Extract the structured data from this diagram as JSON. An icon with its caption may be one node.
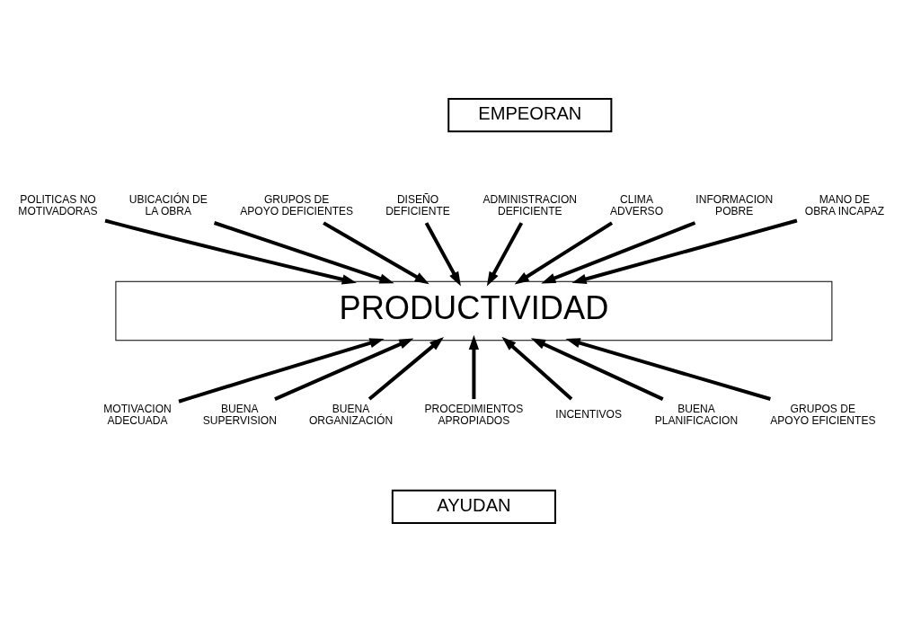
{
  "diagram": {
    "nodes": [
      {
        "text": [
          "EMPEORAN"
        ]
      },
      {
        "text": [
          "PRODUCTIVIDAD"
        ]
      },
      {
        "text": [
          "AYUDAN"
        ]
      },
      {
        "text": [
          "POLITICAS NO MOTIVADORAS"
        ]
      },
      {
        "text": [
          "GRUPOS DE APOYO DEFICIENTES"
        ]
      },
      {
        "text": [
          "ADMINISTRACION DEFICIENTE"
        ]
      },
      {
        "text": [
          "INFORMACION POBRE"
        ]
      },
      {
        "text": [
          "UBICACIÓN DE LA OBRA"
        ]
      },
      {
        "text": [
          "DISEÑO DEFICIENTE"
        ]
      },
      {
        "text": [
          "CLIMA ADVERSO"
        ]
      },
      {
        "text": [
          "MANO DE OBRA INCAPAZ"
        ]
      },
      {
        "text": [
          "BUENA SUPERVISION"
        ]
      },
      {
        "text": [
          "PROCEDIMIENTOS APROPIADOS"
        ]
      },
      {
        "text": [
          "BUENA PLANIFICACION"
        ]
      },
      {
        "text": [
          "GRUPOS DE APOYO EFICIENTES"
        ]
      },
      {
        "text": [
          "MOTIVACION ADECUADA"
        ]
      },
      {
        "text": [
          "BUENA",
          "ORGANIZACIÓN"
        ]
      },
      {
        "text": [
          "INCENTIVOS"
        ]
      }
    ],
    "edges": [
      {
        "from": 3,
        "to": 1,
        "arrow": "to"
      },
      {
        "from": 7,
        "to": 1,
        "arrow": "to"
      },
      {
        "from": 4,
        "to": 1,
        "arrow": "to"
      },
      {
        "from": 8,
        "to": 1,
        "arrow": "to"
      },
      {
        "from": 5,
        "to": 1,
        "arrow": "to"
      },
      {
        "from": 9,
        "to": 1,
        "arrow": "to"
      },
      {
        "from": 6,
        "to": 1,
        "arrow": "to"
      },
      {
        "from": 10,
        "to": 1,
        "arrow": "to"
      },
      {
        "from": 15,
        "to": 1,
        "arrow": "to"
      },
      {
        "from": 11,
        "to": 1,
        "arrow": "to"
      },
      {
        "from": 16,
        "to": 1,
        "arrow": "to"
      },
      {
        "from": 12,
        "to": 1,
        "arrow": "to"
      },
      {
        "from": 17,
        "to": 1,
        "arrow": "to"
      },
      {
        "from": 13,
        "to": 1,
        "arrow": "to"
      },
      {
        "from": 14,
        "to": 1,
        "arrow": "to"
      }
    ]
  }
}
